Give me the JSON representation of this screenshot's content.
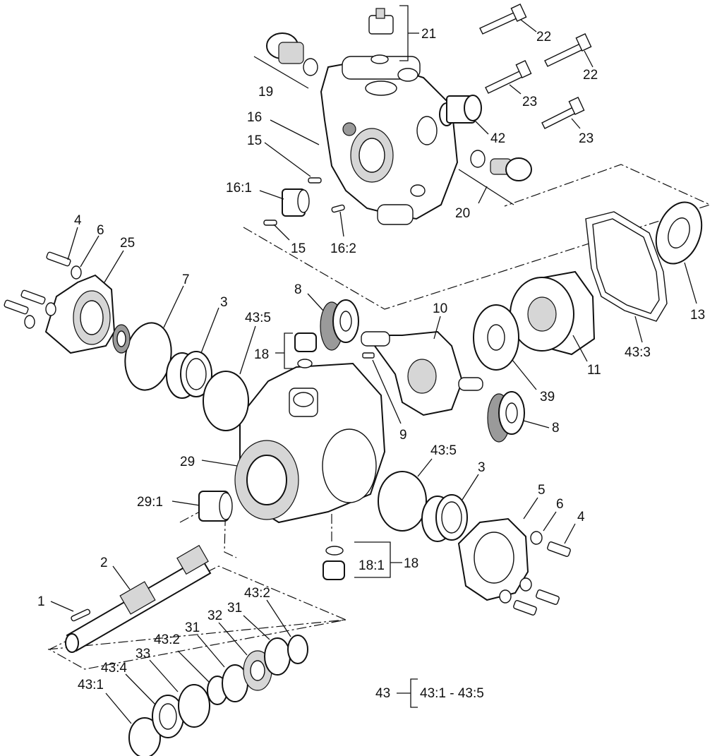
{
  "labels": {
    "l1": "1",
    "l2": "2",
    "l3a": "3",
    "l3b": "3",
    "l4a": "4",
    "l4b": "4",
    "l5": "5",
    "l6a": "6",
    "l6b": "6",
    "l7": "7",
    "l8a": "8",
    "l8b": "8",
    "l9": "9",
    "l10": "10",
    "l11": "11",
    "l13": "13",
    "l15a": "15",
    "l15b": "15",
    "l16": "16",
    "l16_1": "16:1",
    "l16_2": "16:2",
    "l18a": "18",
    "l18b": "18",
    "l18_1": "18:1",
    "l19": "19",
    "l20": "20",
    "l21": "21",
    "l22a": "22",
    "l22b": "22",
    "l23a": "23",
    "l23b": "23",
    "l25": "25",
    "l29": "29",
    "l29_1": "29:1",
    "l31a": "31",
    "l31b": "31",
    "l32": "32",
    "l33": "33",
    "l39": "39",
    "l42": "42",
    "l43_1": "43:1",
    "l43_2a": "43:2",
    "l43_2b": "43:2",
    "l43_3": "43:3",
    "l43_4": "43:4",
    "l43_5a": "43:5",
    "l43_5b": "43:5",
    "l43": "43",
    "l43_range": "43:1 - 43:5"
  }
}
